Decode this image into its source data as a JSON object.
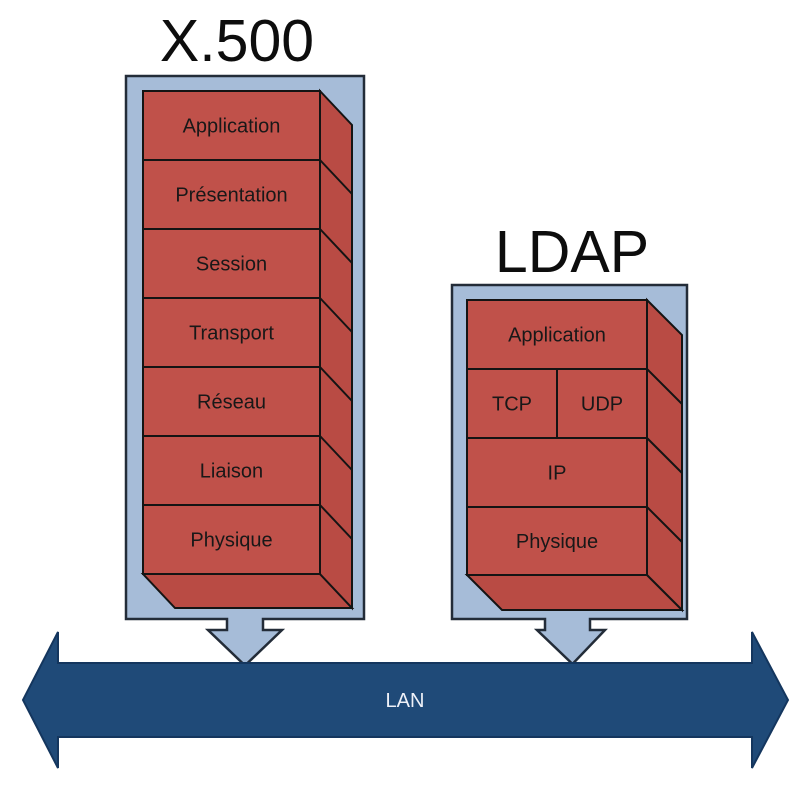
{
  "x500": {
    "title": "X.500",
    "layers": [
      "Application",
      "Présentation",
      "Session",
      "Transport",
      "Réseau",
      "Liaison",
      "Physique"
    ]
  },
  "ldap": {
    "title": "LDAP",
    "layers": [
      "Application",
      "TCP",
      "UDP",
      "IP",
      "Physique"
    ]
  },
  "lan": {
    "label": "LAN"
  },
  "colors": {
    "layer_box": "#c0514a",
    "layer_box_side": "#b94b44",
    "container": "#a6bcd8",
    "lan_arrow": "#1f4a78",
    "lan_label": "#eef1f8",
    "title": "#0d0d0d",
    "label": "#181818"
  }
}
